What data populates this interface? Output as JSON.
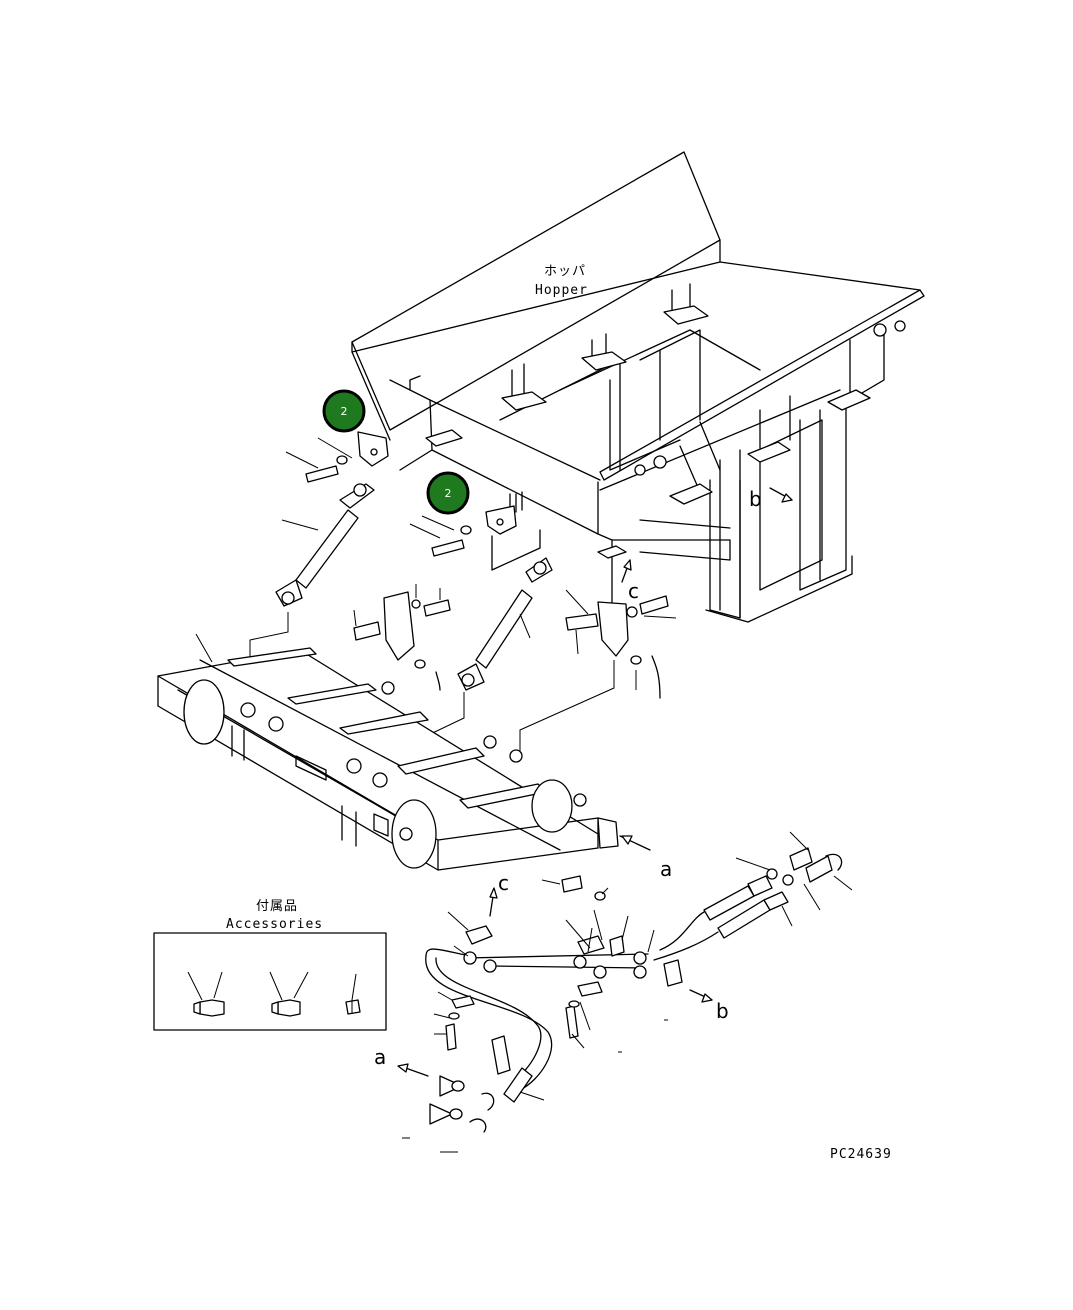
{
  "labels": {
    "hopper_jp": "ホッパ",
    "hopper_en": "Hopper",
    "accessories_jp": "付属品",
    "accessories_en": "Accessories",
    "figure_code": "PC24639"
  },
  "callouts": [
    "2",
    "2"
  ],
  "arrow_letters": {
    "a_1": "a",
    "a_2": "a",
    "b_1": "b",
    "b_2": "b",
    "c_1": "c",
    "c_2": "c"
  },
  "colors": {
    "callout_fill": "#1f7a1f",
    "line": "#000000",
    "background": "#ffffff"
  }
}
